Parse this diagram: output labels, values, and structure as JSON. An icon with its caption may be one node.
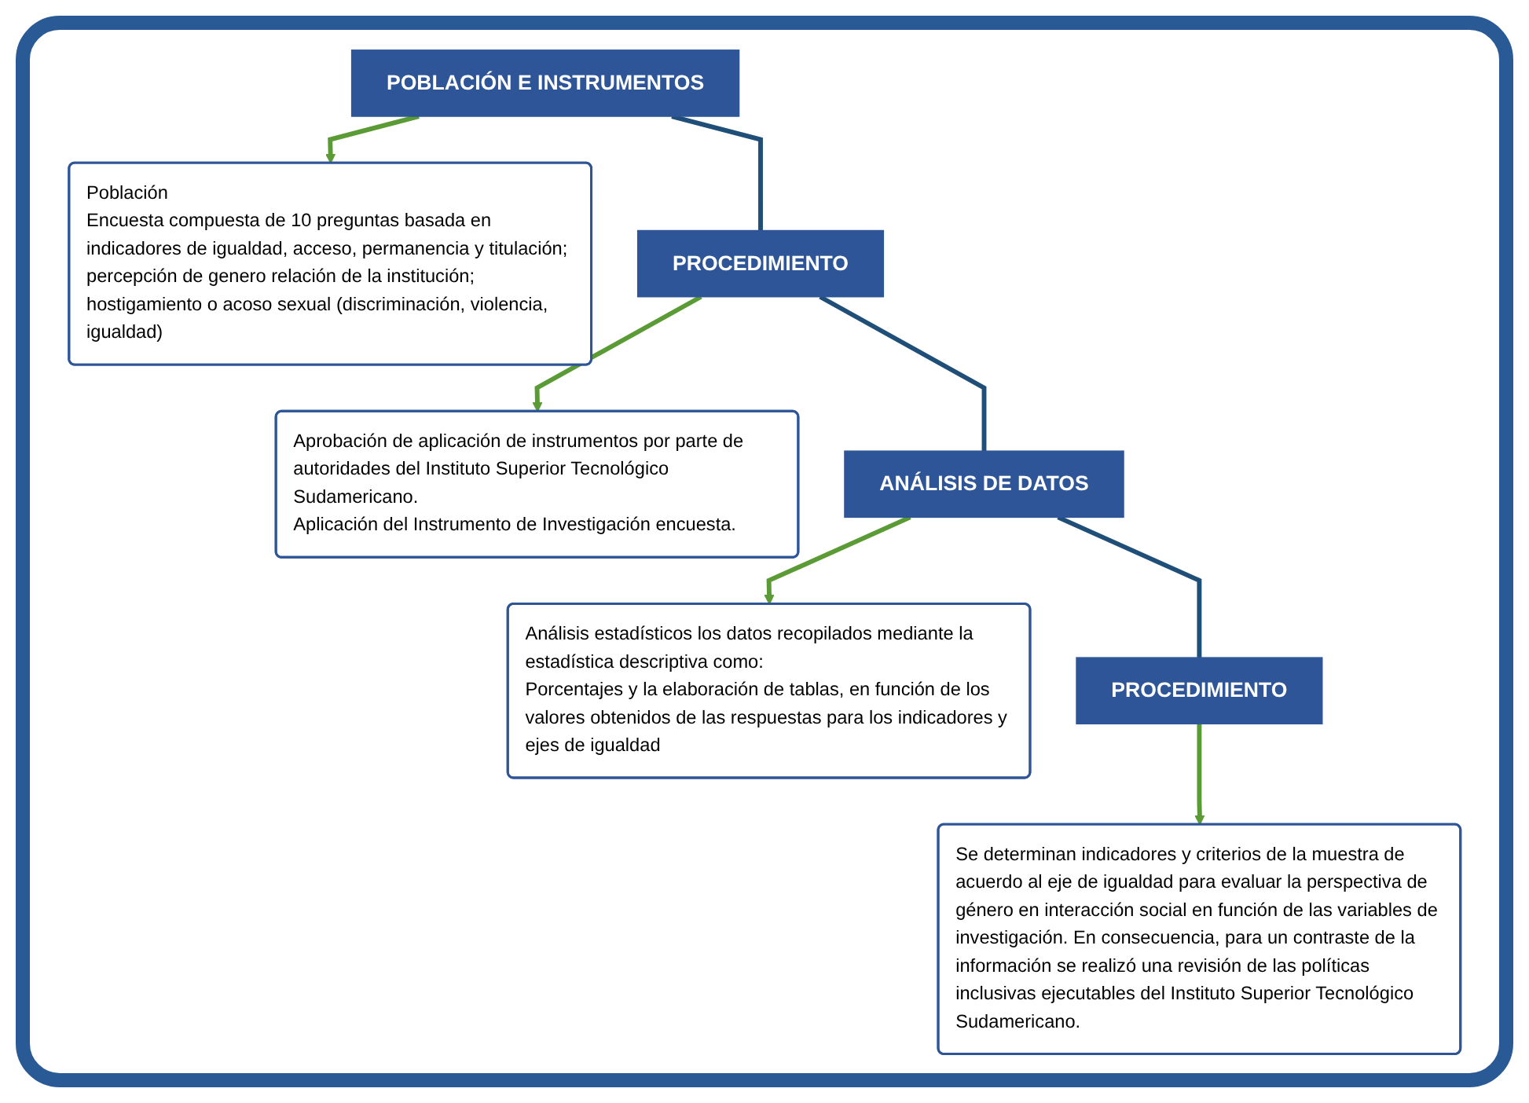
{
  "diagram": {
    "nodes": [
      {
        "text": [
          "POBLACIÓN E INSTRUMENTOS"
        ]
      },
      {
        "text": [
          "Población",
          "Encuesta compuesta de 10 preguntas basada en indicadores de igualdad, acceso, permanencia y titulación; percepción de genero relación de la institución; hostigamiento o acoso sexual (discriminación, violencia, igualdad)"
        ]
      },
      {
        "text": [
          "PROCEDIMIENTO"
        ]
      },
      {
        "text": [
          "Aprobación de aplicación de instrumentos por parte de autoridades del Instituto Superior Tecnológico Sudamericano.",
          "Aplicación del Instrumento de Investigación encuesta."
        ]
      },
      {
        "text": [
          "ANÁLISIS DE DATOS"
        ]
      },
      {
        "text": [
          "Análisis estadísticos los datos recopilados mediante la estadística descriptiva como:",
          "Porcentajes y la elaboración de tablas, en función de los valores obtenidos de las respuestas para los indicadores y ejes de igualdad"
        ]
      },
      {
        "text": [
          "PROCEDIMIENTO"
        ]
      },
      {
        "text": [
          "Se determinan indicadores y criterios de la muestra de acuerdo al eje de igualdad para evaluar la perspectiva de género en interacción social en función de las variables de investigación. En consecuencia, para un contraste de la información se realizó una revisión de las políticas inclusivas ejecutables del Instituto Superior Tecnológico Sudamericano."
        ]
      }
    ],
    "edges": [
      {
        "from": 0,
        "to": 1,
        "arrow": "to",
        "color": "#5b9b36"
      },
      {
        "from": 2,
        "to": 3,
        "arrow": "to",
        "color": "#5b9b36"
      },
      {
        "from": 4,
        "to": 5,
        "arrow": "to",
        "color": "#5b9b36"
      },
      {
        "from": 6,
        "to": 7,
        "arrow": "to",
        "color": "#5b9b36"
      },
      {
        "from": 0,
        "to": 2,
        "arrow": "none",
        "color": "#1f4e79"
      },
      {
        "from": 2,
        "to": 4,
        "arrow": "none",
        "color": "#1f4e79"
      },
      {
        "from": 4,
        "to": 6,
        "arrow": "none",
        "color": "#1f4e79"
      }
    ]
  }
}
